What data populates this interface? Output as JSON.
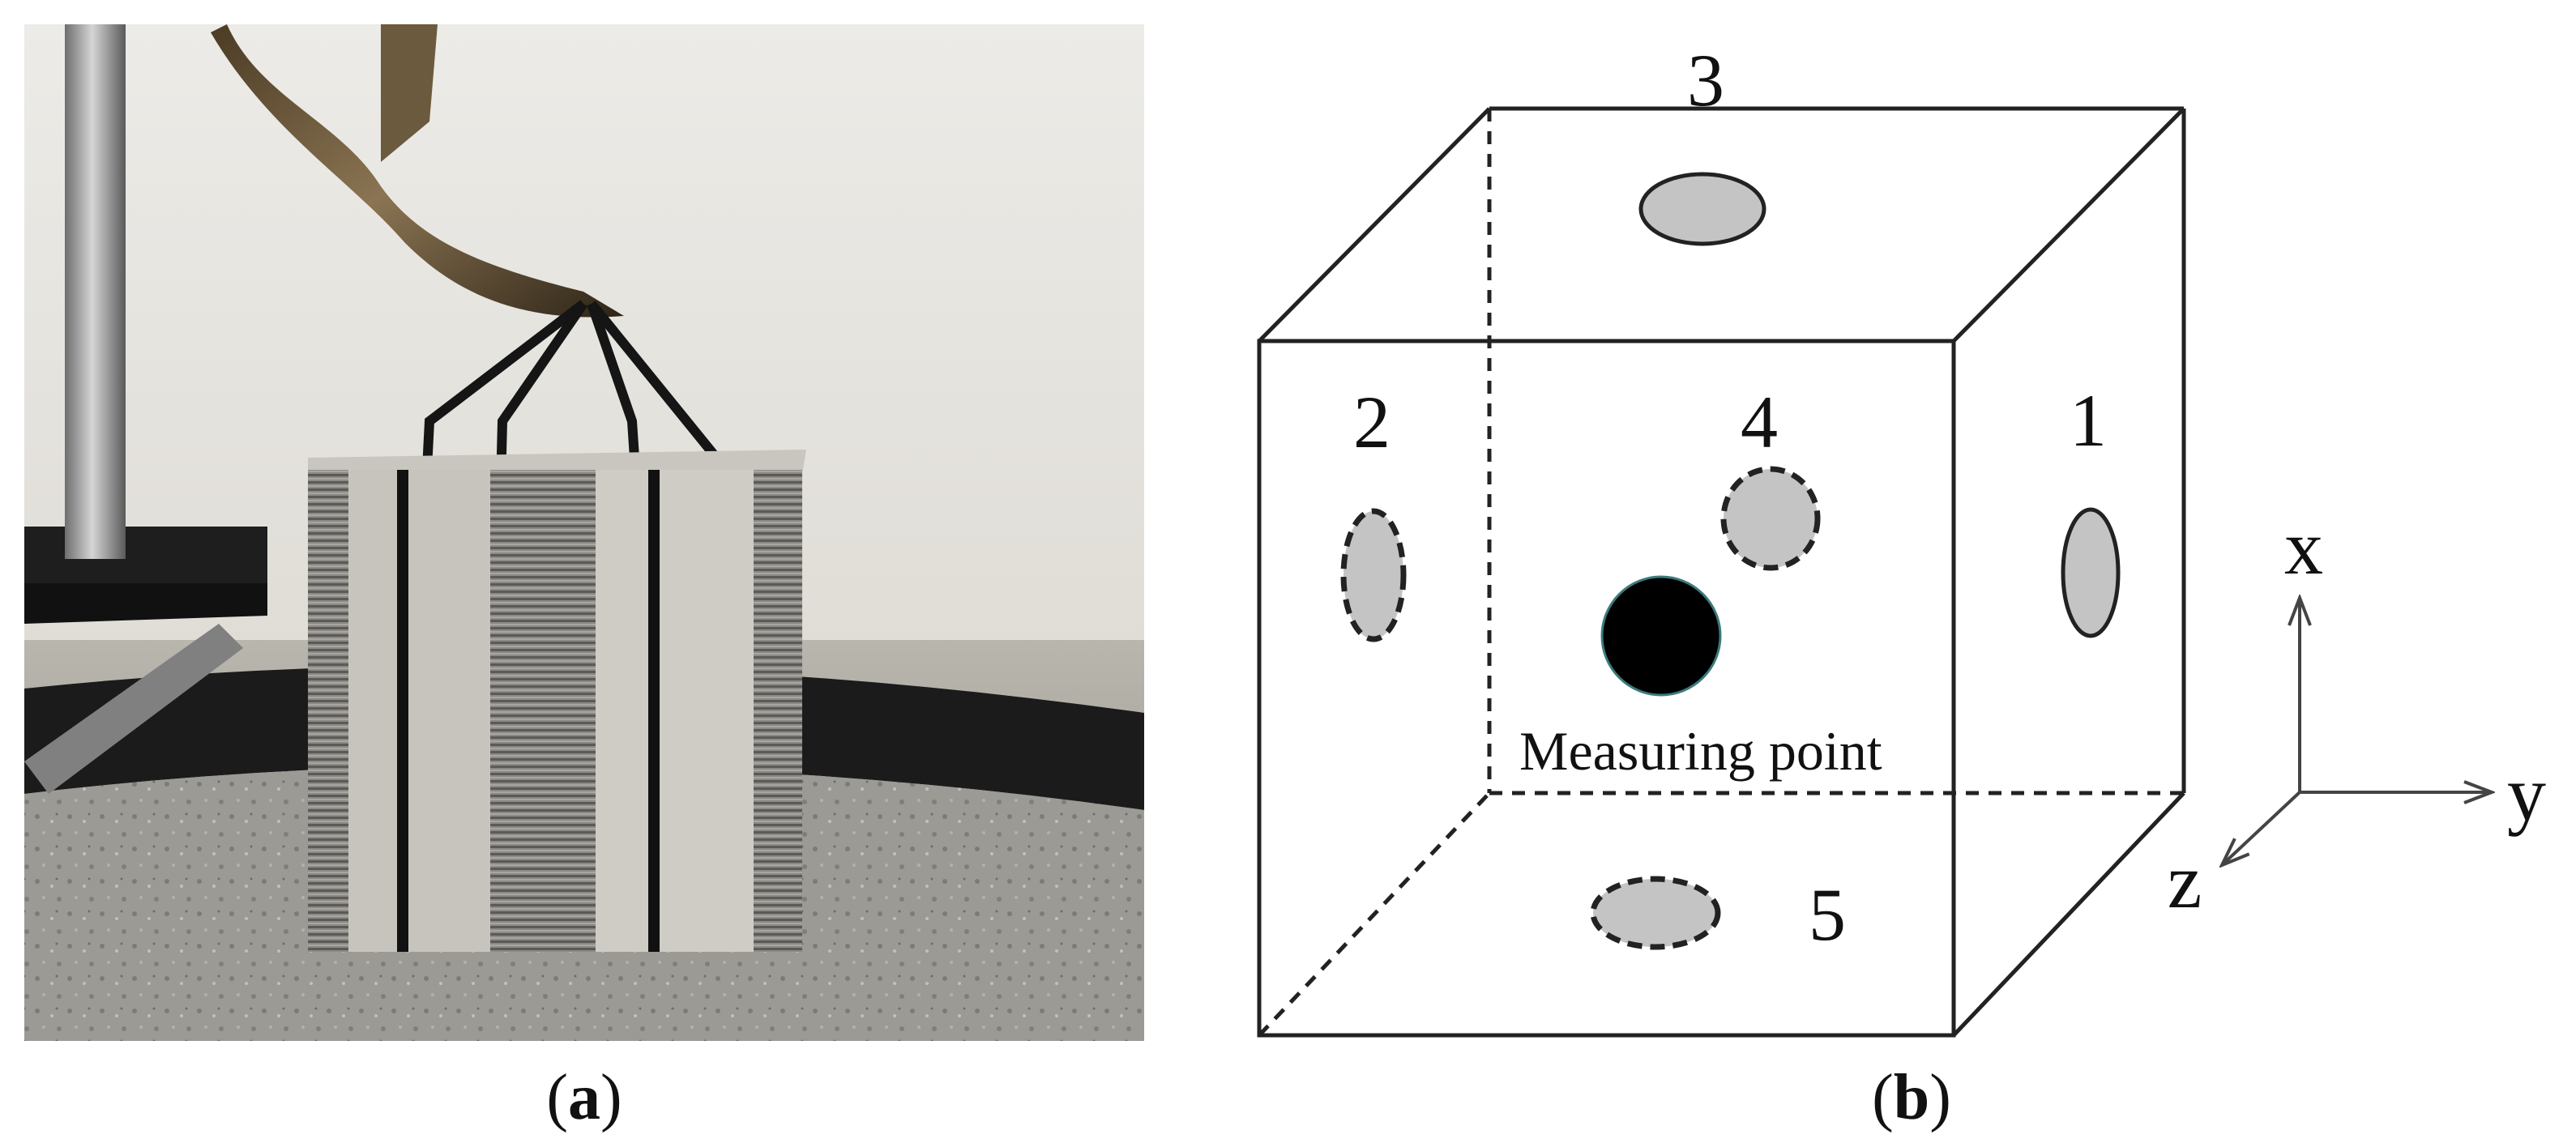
{
  "panel_a": {
    "label_open": "(",
    "label_letter": "a",
    "label_close": ")",
    "photo_subject": "stacked-sheet-cube-suspended-by-wire"
  },
  "panel_b": {
    "label_open": "(",
    "label_letter": "b",
    "label_close": ")",
    "points": {
      "p1": "1",
      "p2": "2",
      "p3": "3",
      "p4": "4",
      "p5": "5"
    },
    "measuring_point_label": "Measuring point",
    "axes": {
      "x": "x",
      "y": "y",
      "z": "z"
    },
    "colors": {
      "point_fill": "#c4c4c4",
      "measuring_point_fill": "#000000",
      "line": "#222222"
    }
  }
}
